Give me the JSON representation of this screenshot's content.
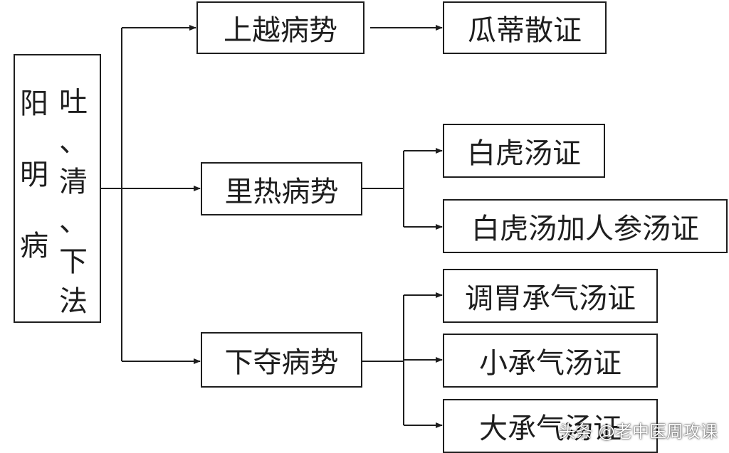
{
  "diagram": {
    "root": {
      "left_column": [
        "阳",
        "明",
        "病"
      ],
      "right_column": [
        "吐",
        "、",
        "清",
        "、",
        "下",
        "法"
      ]
    },
    "categories": [
      {
        "label": "上越病势",
        "prescriptions": [
          "瓜蒂散证"
        ]
      },
      {
        "label": "里热病势",
        "prescriptions": [
          "白虎汤证",
          "白虎汤加人参汤证"
        ]
      },
      {
        "label": "下夺病势",
        "prescriptions": [
          "调胃承气汤证",
          "小承气汤证",
          "大承气汤证"
        ]
      }
    ],
    "line_color": "#1e1e1e",
    "box_border_color": "#1e1e1e"
  },
  "watermark": "头条 @老中医周攻课"
}
